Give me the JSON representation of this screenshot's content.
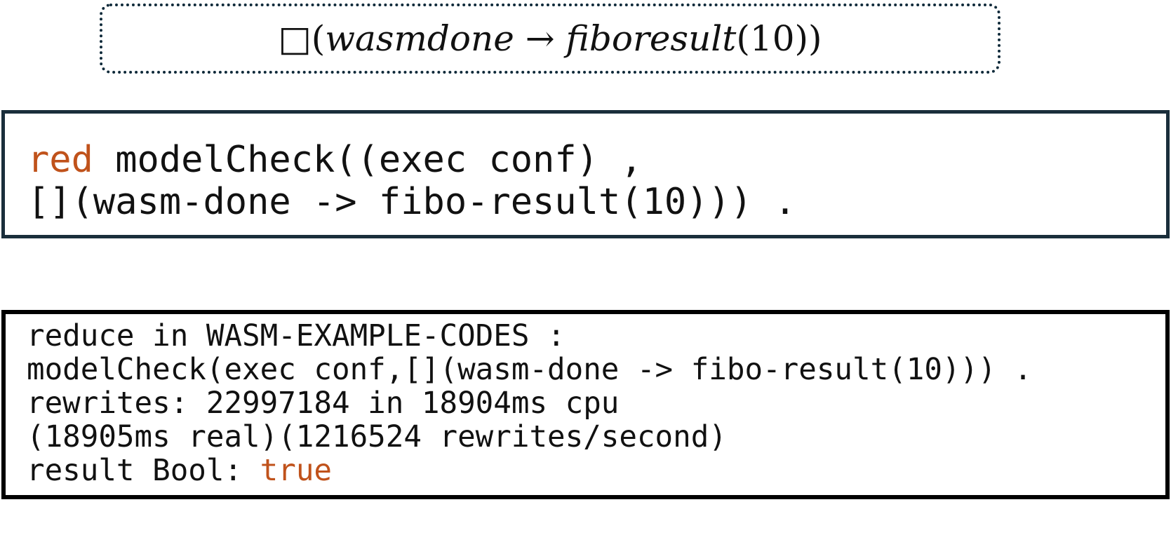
{
  "formula": {
    "box_op": "□",
    "open": "(",
    "lhs": "wasmdone",
    "arrow": " → ",
    "rhs": "fiboresult",
    "arg": "(10))"
  },
  "command": {
    "keyword": "red",
    "line1_rest": " modelCheck((exec conf) ,",
    "line2": "[](wasm-done -> fibo-result(10))) ."
  },
  "output": {
    "lines": [
      "reduce in WASM-EXAMPLE-CODES :",
      "modelCheck(exec conf,[](wasm-done -> fibo-result(10))) .",
      "rewrites: 22997184 in 18904ms cpu",
      "(18905ms real)(1216524 rewrites/second)"
    ],
    "result_label": "result Bool: ",
    "result_value": "true"
  },
  "colors": {
    "keyword": "#c0521b",
    "border": "#1a2e3b"
  }
}
